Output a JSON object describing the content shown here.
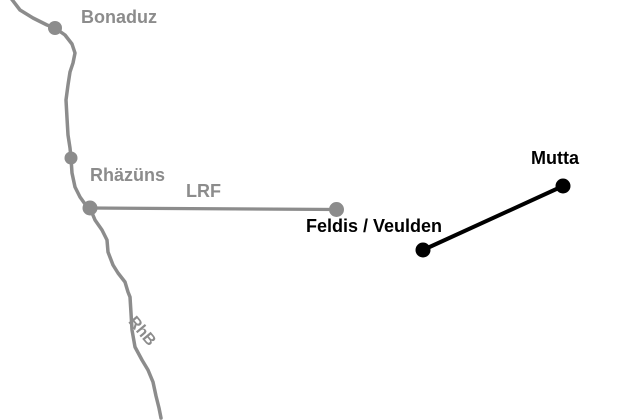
{
  "map": {
    "colors": {
      "line_gray": "#8c8c8c",
      "line_black": "#000000",
      "background": "#ffffff"
    },
    "lines": [
      {
        "id": "rhb",
        "label": "RhB",
        "color": "#8c8c8c"
      },
      {
        "id": "lrf",
        "label": "LRF",
        "color": "#8c8c8c"
      },
      {
        "id": "feldis-mutta",
        "label": "",
        "color": "#000000"
      }
    ],
    "stations": [
      {
        "id": "bonaduz",
        "label": "Bonaduz",
        "color": "#8c8c8c"
      },
      {
        "id": "rhazuns",
        "label": "Rhäzüns",
        "color": "#8c8c8c"
      },
      {
        "id": "feldis-veulden",
        "label": "Feldis / Veulden",
        "color": "#000000"
      },
      {
        "id": "mutta",
        "label": "Mutta",
        "color": "#000000"
      }
    ]
  }
}
